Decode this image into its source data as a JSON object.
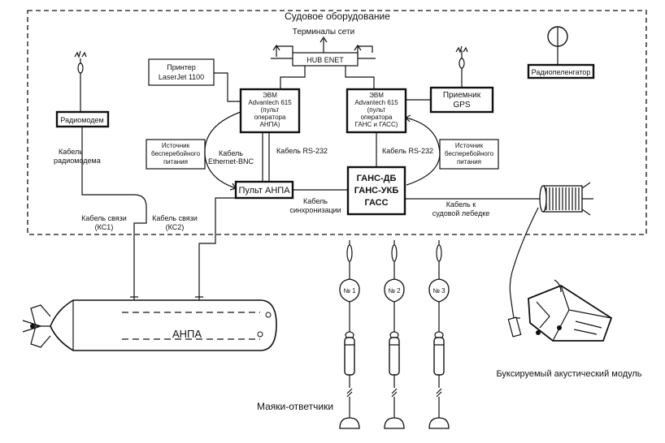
{
  "frame": {
    "title": "Судовое оборудование"
  },
  "network_terminals": "Терминалы сети",
  "hub": "HUB ENET",
  "printer": [
    "Принтер",
    "LaserJet 1100"
  ],
  "pc_anpa": [
    "ЭВМ",
    "Advantech 615",
    "(пульт",
    "оператора",
    "АНПА)"
  ],
  "pc_gans": [
    "ЭВМ",
    "Advantech 615",
    "(пульт",
    "оператора",
    "ГАНС и ГАСС)"
  ],
  "gps": [
    "Приемник",
    "GPS"
  ],
  "radio_finder": "Радиопеленгатор",
  "radiomodem": "Радиомодем",
  "ups_left": [
    "Источник",
    "бесперебойного",
    "питания"
  ],
  "ups_right": [
    "Источник",
    "бесперебойного",
    "питания"
  ],
  "ethernet_cable": [
    "Кабель",
    "Ethernet-BNC"
  ],
  "rs232_left": "Кабель RS-232",
  "rs232_right": "Кабель RS-232",
  "anpa_console": "Пульт АНПА",
  "gans": [
    "ГАНС-ДБ",
    "ГАНС-УКБ",
    "ГАСС"
  ],
  "radiomodem_cable": [
    "Кабель",
    "радиомодема"
  ],
  "sync_cable": [
    "Кабель",
    "синхронизации"
  ],
  "winch_cable": [
    "Кабель к",
    "судовой лебедке"
  ],
  "comm_cable_1": [
    "Кабель связи",
    "(КС1)"
  ],
  "comm_cable_2": [
    "Кабель связи",
    "(КС2)"
  ],
  "vehicle": "АНПА",
  "beacons": [
    "№ 1",
    "№ 2",
    "№ 3"
  ],
  "beacons_label": "Маяки-ответчики",
  "towed_module": "Буксируемый акустический модуль",
  "icons": [
    "antenna-icon",
    "radio-finder-icon",
    "winch-icon",
    "underwater-vehicle-icon",
    "transponder-beacon-icon",
    "towed-module-icon"
  ]
}
